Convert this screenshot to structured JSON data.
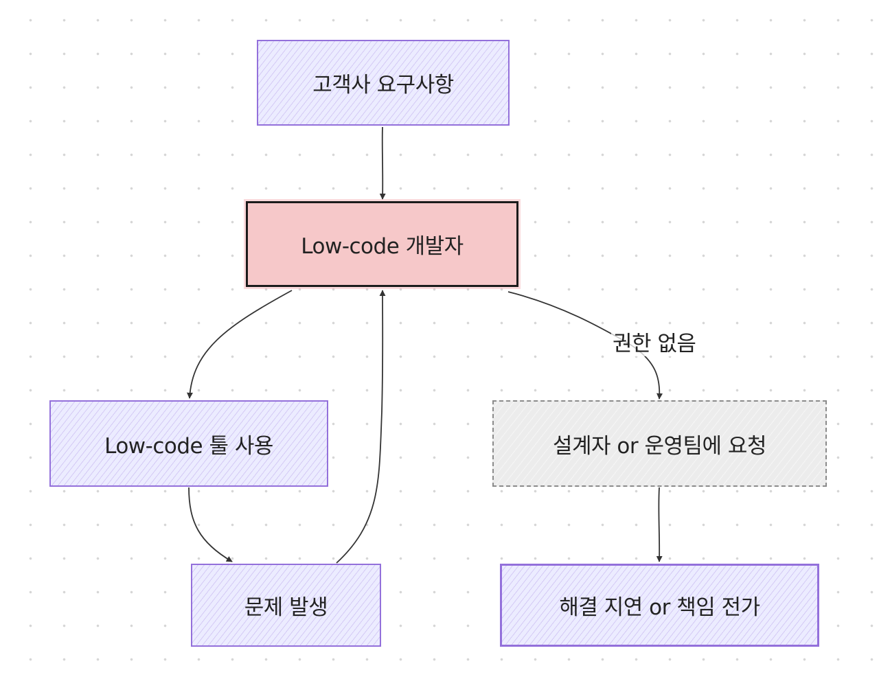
{
  "nodes": {
    "customer_requirements": "고객사 요구사항",
    "lowcode_developer": "Low-code 개발자",
    "use_lowcode_tool": "Low-code 툴 사용",
    "problem_occurs": "문제 발생",
    "request_designer_ops": "설계자 or 운영팀에 요청",
    "delay_or_blame": "해결 지연 or 책임 전가"
  },
  "edges": {
    "no_permission_label": "권한 없음"
  },
  "colors": {
    "primary_fill": "#ececff",
    "primary_border": "#9370db",
    "danger_fill": "#f6c8c9",
    "danger_border": "#1b1b1b",
    "muted_fill": "#ececec",
    "muted_border": "#8a8a8a",
    "edge": "#333333"
  }
}
